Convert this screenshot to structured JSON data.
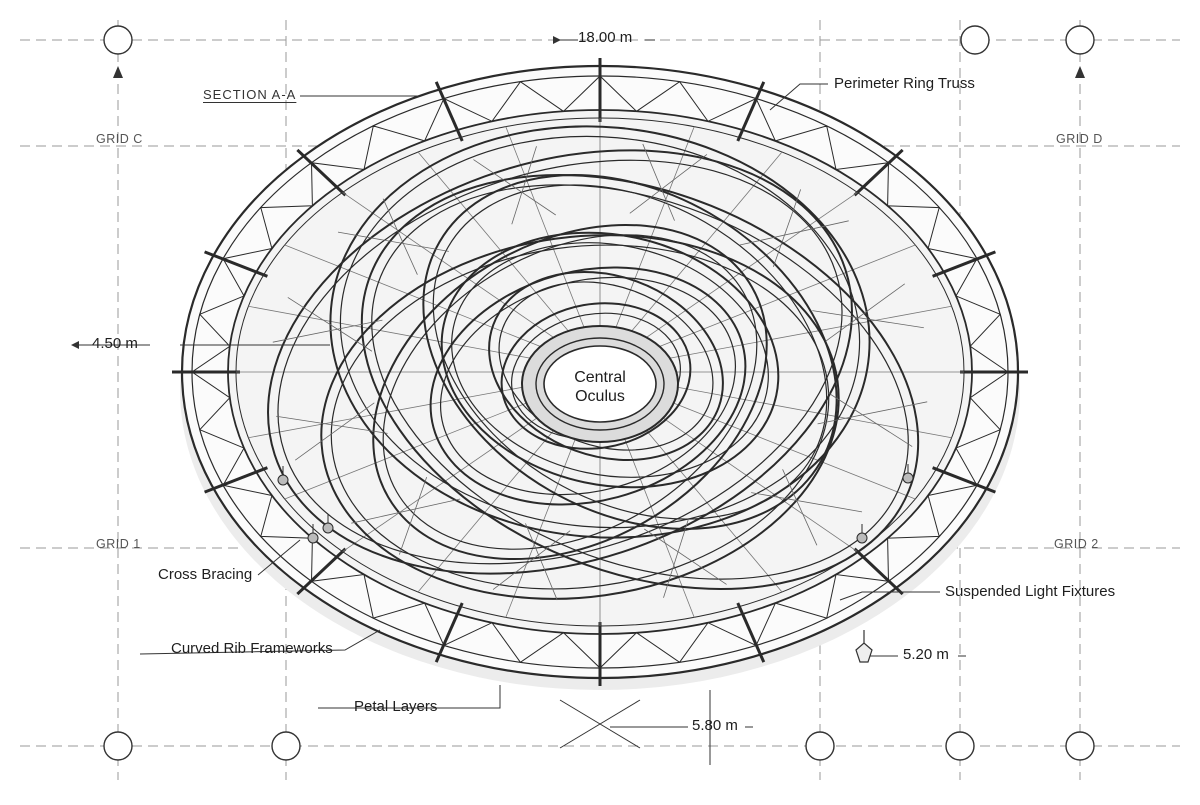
{
  "dimensions": {
    "top": "18.00 m",
    "left": "4.50 m",
    "right": "5.20 m",
    "bottom": "5.80 m"
  },
  "section": "SECTION A-A",
  "grids": {
    "c": "GRID C",
    "d": "GRID D",
    "one": "GRID 1",
    "two": "GRID 2"
  },
  "callouts": {
    "perimeter_ring_truss": "Perimeter Ring Truss",
    "cross_bracing": "Cross Bracing",
    "curved_rib_frameworks": "Curved Rib Frameworks",
    "petal_layers": "Petal Layers",
    "suspended_light_fixtures": "Suspended Light Fixtures"
  },
  "center_label": {
    "line1": "Central",
    "line2": "Oculus"
  },
  "colors": {
    "ink": "#2a2a2a",
    "grid_line": "#9a9a9a",
    "shade": "#cfcfcf",
    "paper": "#ffffff"
  }
}
